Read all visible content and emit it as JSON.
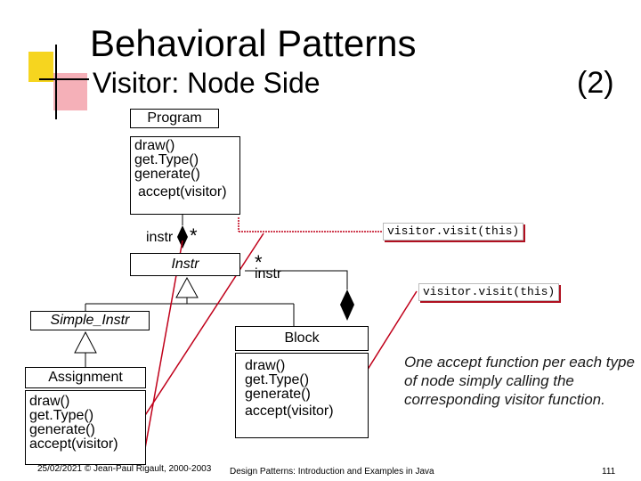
{
  "header": {
    "title": "Behavioral Patterns",
    "subtitle_bold": "Visitor",
    "subtitle_rest": ": Node Side",
    "slide_part": "(2)"
  },
  "program": {
    "name": "Program",
    "methods": [
      "draw()",
      "get.Type()",
      "generate()",
      "accept(visitor)"
    ]
  },
  "instr": {
    "name": "Instr",
    "role": "instr",
    "multiplicity": "*"
  },
  "block_assoc": {
    "multiplicity": "*",
    "role": "instr"
  },
  "notes": {
    "program_visit": "visitor.visit(this)",
    "block_visit": "visitor.visit(this)"
  },
  "simple_instr": {
    "name": "Simple_Instr"
  },
  "block": {
    "name": "Block",
    "methods": [
      "draw()",
      "get.Type()",
      "generate()",
      "accept(visitor)"
    ]
  },
  "assignment": {
    "name": "Assignment",
    "methods": [
      "draw()",
      "get.Type()",
      "generate()",
      "accept(visitor)"
    ]
  },
  "comment": "One accept function per each type of node simply calling the corresponding visitor function.",
  "footer": {
    "left": "25/02/2021 © Jean-Paul Rigault, 2000-2003",
    "center": "Design Patterns: Introduction and Examples in Java",
    "page": "111"
  },
  "colors": {
    "note_line": "#b01020",
    "red_lines": "#c0001a"
  }
}
